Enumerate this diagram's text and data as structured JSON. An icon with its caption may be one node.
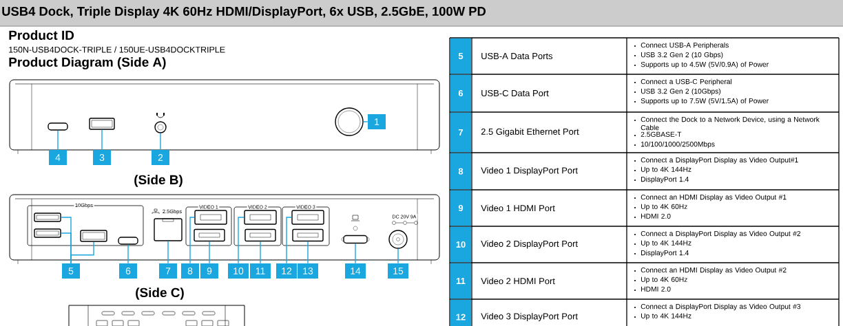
{
  "diagram": {
    "title": "USB4 Dock, Triple Display 4K 60Hz HDMI/DisplayPort, 6x USB, 2.5GbE, 100W PD",
    "nodes": [
      {
        "text": [
          "1"
        ]
      },
      {
        "text": [
          "2"
        ]
      },
      {
        "text": [
          "3"
        ]
      },
      {
        "text": [
          "4"
        ]
      },
      {
        "text": [
          "5"
        ]
      },
      {
        "text": [
          "6"
        ]
      },
      {
        "text": [
          "7"
        ]
      },
      {
        "text": [
          "8"
        ]
      },
      {
        "text": [
          "9"
        ]
      },
      {
        "text": [
          "10"
        ]
      },
      {
        "text": [
          "11"
        ]
      },
      {
        "text": [
          "12"
        ]
      },
      {
        "text": [
          "13"
        ]
      },
      {
        "text": [
          "14"
        ]
      },
      {
        "text": [
          "15"
        ]
      },
      {
        "text": [],
        "shape": "circle"
      },
      {
        "text": [],
        "shape": "circle"
      },
      {
        "text": [],
        "shape": "box"
      },
      {
        "text": [],
        "shape": "box"
      },
      {
        "text": [],
        "shape": "box"
      },
      {
        "text": [],
        "shape": "box"
      },
      {
        "text": [],
        "shape": "box"
      },
      {
        "text": [],
        "shape": "box"
      },
      {
        "text": [],
        "shape": "box"
      },
      {
        "text": [],
        "shape": "box"
      },
      {
        "text": [],
        "shape": "box"
      },
      {
        "text": [],
        "shape": "box"
      },
      {
        "text": [],
        "shape": "box"
      },
      {
        "text": [],
        "shape": "box"
      },
      {
        "text": [],
        "shape": "box"
      },
      {
        "text": [],
        "shape": "box"
      },
      {
        "text": [],
        "shape": "circle"
      }
    ],
    "edges": [
      {
        "from": 0,
        "to": 15,
        "arrow": "none"
      },
      {
        "from": 1,
        "to": 16,
        "arrow": "none"
      },
      {
        "from": 2,
        "to": 17,
        "arrow": "none"
      },
      {
        "from": 3,
        "to": 18,
        "arrow": "none"
      },
      {
        "from": 4,
        "to": 19,
        "arrow": "none"
      },
      {
        "from": 4,
        "to": 20,
        "arrow": "none"
      },
      {
        "from": 4,
        "to": 21,
        "arrow": "none"
      },
      {
        "from": 5,
        "to": 22,
        "arrow": "none"
      },
      {
        "from": 6,
        "to": 23,
        "arrow": "none"
      },
      {
        "from": 7,
        "to": 24,
        "arrow": "none"
      },
      {
        "from": 8,
        "to": 25,
        "arrow": "none"
      },
      {
        "from": 9,
        "to": 26,
        "arrow": "none"
      },
      {
        "from": 10,
        "to": 27,
        "arrow": "none"
      },
      {
        "from": 11,
        "to": 28,
        "arrow": "none"
      },
      {
        "from": 12,
        "to": 29,
        "arrow": "none"
      },
      {
        "from": 13,
        "to": 30,
        "arrow": "none"
      },
      {
        "from": 14,
        "to": 31,
        "arrow": "none"
      }
    ],
    "labels": [
      "Product ID",
      "150N-USB4DOCK-TRIPLE / 150UE-USB4DOCKTRIPLE",
      "Product Diagram (Side A)",
      "(Side B)",
      "10Gbps",
      "2.5Gbps",
      "VIDEO 1",
      "VIDEO 2",
      "VIDEO 3",
      "DC 20V 9A",
      "(Side C)",
      "5",
      "USB-A Data Ports",
      "Connect USB-A Peripherals",
      "USB 3.2 Gen 2 (10 Gbps)",
      "Supports up to 4.5W (5V/0.9A) of Power",
      "6",
      "USB-C Data Port",
      "Connect a USB-C Peripheral",
      "USB 3.2 Gen 2 (10Gbps)",
      "Supports up to 7.5W (5V/1.5A) of Power",
      "7",
      "2.5 Gigabit Ethernet Port",
      "Connect the Dock to a Network Device, using a Network Cable",
      "2.5GBASE-T",
      "10/100/1000/2500Mbps",
      "8",
      "Video 1 DisplayPort Port",
      "Connect a DisplayPort Display as Video Output#1",
      "Up to 4K 144Hz",
      "DisplayPort 1.4",
      "9",
      "Video 1 HDMI Port",
      "Connect an HDMI Display as Video Output #1",
      "Up to 4K 60Hz",
      "HDMI 2.0",
      "10",
      "Video 2 DisplayPort Port",
      "Connect a DisplayPort Display as Video Output #2",
      "Up to 4K 144Hz",
      "DisplayPort 1.4",
      "11",
      "Video 2 HDMI Port",
      "Connect an HDMI Display as Video Output #2",
      "Up to 4K 60Hz",
      "HDMI 2.0",
      "12",
      "Video 3 DisplayPort Port",
      "Connect a DisplayPort Display as Video Output #3",
      "Up to 4K 144Hz"
    ]
  }
}
